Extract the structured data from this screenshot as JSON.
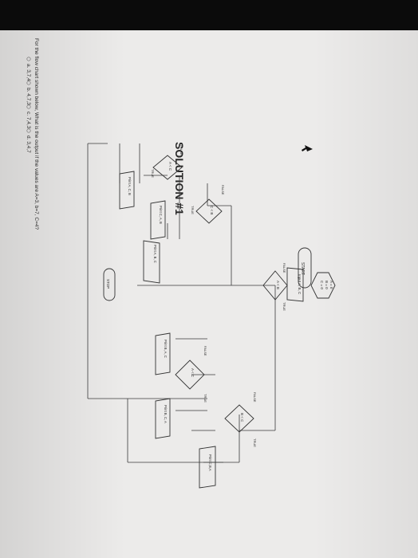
{
  "question": "For the flow chart shown below, What is the output if the values are A=3, b=7, C=4?",
  "solution_heading": "SOLUTION #1",
  "flowchart": {
    "start": "START",
    "init": [
      "A = 0",
      "B = 0",
      "C = 0"
    ],
    "input": "Input A, B, C",
    "d1": "A < B",
    "d2": "C < B",
    "d3": "A < C",
    "d4": "B < C",
    "d5": "A < C",
    "out_acb": "Print A, C, B",
    "out_cab": "Print C, A, B",
    "out_abc": "Print A, B, C",
    "out_bac": "Print B, A, C",
    "out_bca": "Print B, C, A",
    "out_cba": "Print C,B,A",
    "stop": "STOP",
    "true": "TRUE",
    "false": "FALSE"
  },
  "options": [
    {
      "label": "a. 3,7,4"
    },
    {
      "label": "b. 4,7,3"
    },
    {
      "label": "c. 7,4,3"
    },
    {
      "label": "d. 3,4,7"
    }
  ]
}
